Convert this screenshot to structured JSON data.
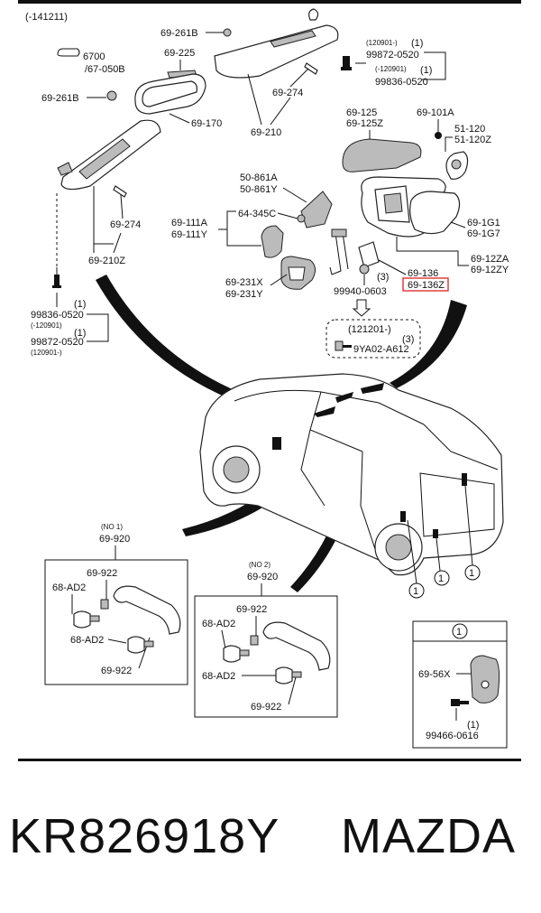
{
  "diagram": {
    "date_code": "(-141211)",
    "labels": {
      "visor_clip_top": "69-261B",
      "mirror_ref": "6700",
      "mirror_ref_sub": "/67-050B",
      "mirror_cover": "69-225",
      "visor_clip_left": "69-261B",
      "mirror": "69-170",
      "visor_r_bracket": "69-274",
      "visor_r": "69-210",
      "visor_l_bracket": "69-274",
      "visor_l": "69-210Z",
      "screw_r_date1": "(120901-)",
      "screw_r_qty1": "(1)",
      "screw_r_part1": "99872-0520",
      "screw_r_date2": "(-120901)",
      "screw_r_qty2": "(1)",
      "screw_r_part2": "99836-0520",
      "mirror_cap_1": "69-125",
      "mirror_cap_2": "69-125Z",
      "mirror_nut": "69-101A",
      "mirror_motor_1": "51-120",
      "mirror_motor_2": "51-120Z",
      "garnish_1": "50-861A",
      "garnish_2": "50-861Y",
      "clip": "64-345C",
      "trim_1": "69-111A",
      "trim_2": "69-111Y",
      "glass_1": "69-1G1",
      "glass_2": "69-1G7",
      "mirror_asm_1": "69-12ZA",
      "mirror_asm_2": "69-12ZY",
      "harness_1": "69-136",
      "harness_2": "69-136Z",
      "handle_1": "69-231X",
      "handle_2": "69-231Y",
      "bolt_qty": "(3)",
      "bolt_part": "99940-0603",
      "newbolt_date": "(121201-)",
      "newbolt_qty": "(3)",
      "newbolt_part": "9YA02-A612",
      "screw_l_qty1": "(1)",
      "screw_l_part1": "99836-0520",
      "screw_l_date1": "(-120901)",
      "screw_l_qty2": "(1)",
      "screw_l_part2": "99872-0520",
      "screw_l_date2": "(120901-)",
      "no1_tag": "(NO 1)",
      "no1_part": "69-920",
      "no1_cap_a": "69-922",
      "no1_bolt_a": "68-AD2",
      "no1_bolt_b": "68-AD2",
      "no1_cap_b": "69-922",
      "no2_tag": "(NO 2)",
      "no2_part": "69-920",
      "no2_cap_a": "69-922",
      "no2_bolt_a": "68-AD2",
      "no2_bolt_b": "68-AD2",
      "no2_cap_b": "69-922",
      "callout_1": "1",
      "callout_2": "1",
      "callout_3": "1",
      "inset_callout": "1",
      "inset_cover": "69-56X",
      "inset_qty": "(1)",
      "inset_part": "99466-0616"
    }
  },
  "footer": {
    "part_number": "KR826918Y",
    "brand": "MAZDA"
  }
}
